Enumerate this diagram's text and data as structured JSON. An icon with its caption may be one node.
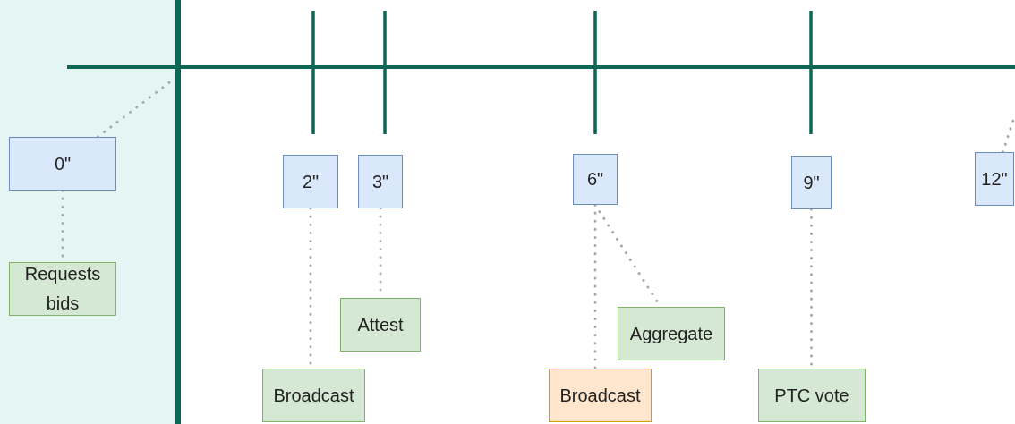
{
  "diagram": {
    "nodes": [
      {
        "text": [
          "0\""
        ]
      },
      {
        "text": [
          "Requests bids"
        ]
      },
      {
        "text": [
          "2\""
        ]
      },
      {
        "text": [
          "Broadcast"
        ]
      },
      {
        "text": [
          "3\""
        ]
      },
      {
        "text": [
          "Attest"
        ]
      },
      {
        "text": [
          "6\""
        ]
      },
      {
        "text": [
          "Broadcast"
        ]
      },
      {
        "text": [
          "Aggregate"
        ]
      },
      {
        "text": [
          "9\""
        ]
      },
      {
        "text": [
          "PTC vote"
        ]
      },
      {
        "text": [
          "12\""
        ]
      }
    ],
    "edges": [
      {
        "from": 0,
        "to": null,
        "arrow": "none"
      },
      {
        "from": 0,
        "to": 1,
        "arrow": "none"
      },
      {
        "from": 2,
        "to": 3,
        "arrow": "none"
      },
      {
        "from": 4,
        "to": 5,
        "arrow": "none"
      },
      {
        "from": 6,
        "to": 7,
        "arrow": "none"
      },
      {
        "from": 6,
        "to": 8,
        "arrow": "none"
      },
      {
        "from": 9,
        "to": 10,
        "arrow": "none"
      },
      {
        "from": 11,
        "to": null,
        "arrow": "none"
      }
    ]
  }
}
